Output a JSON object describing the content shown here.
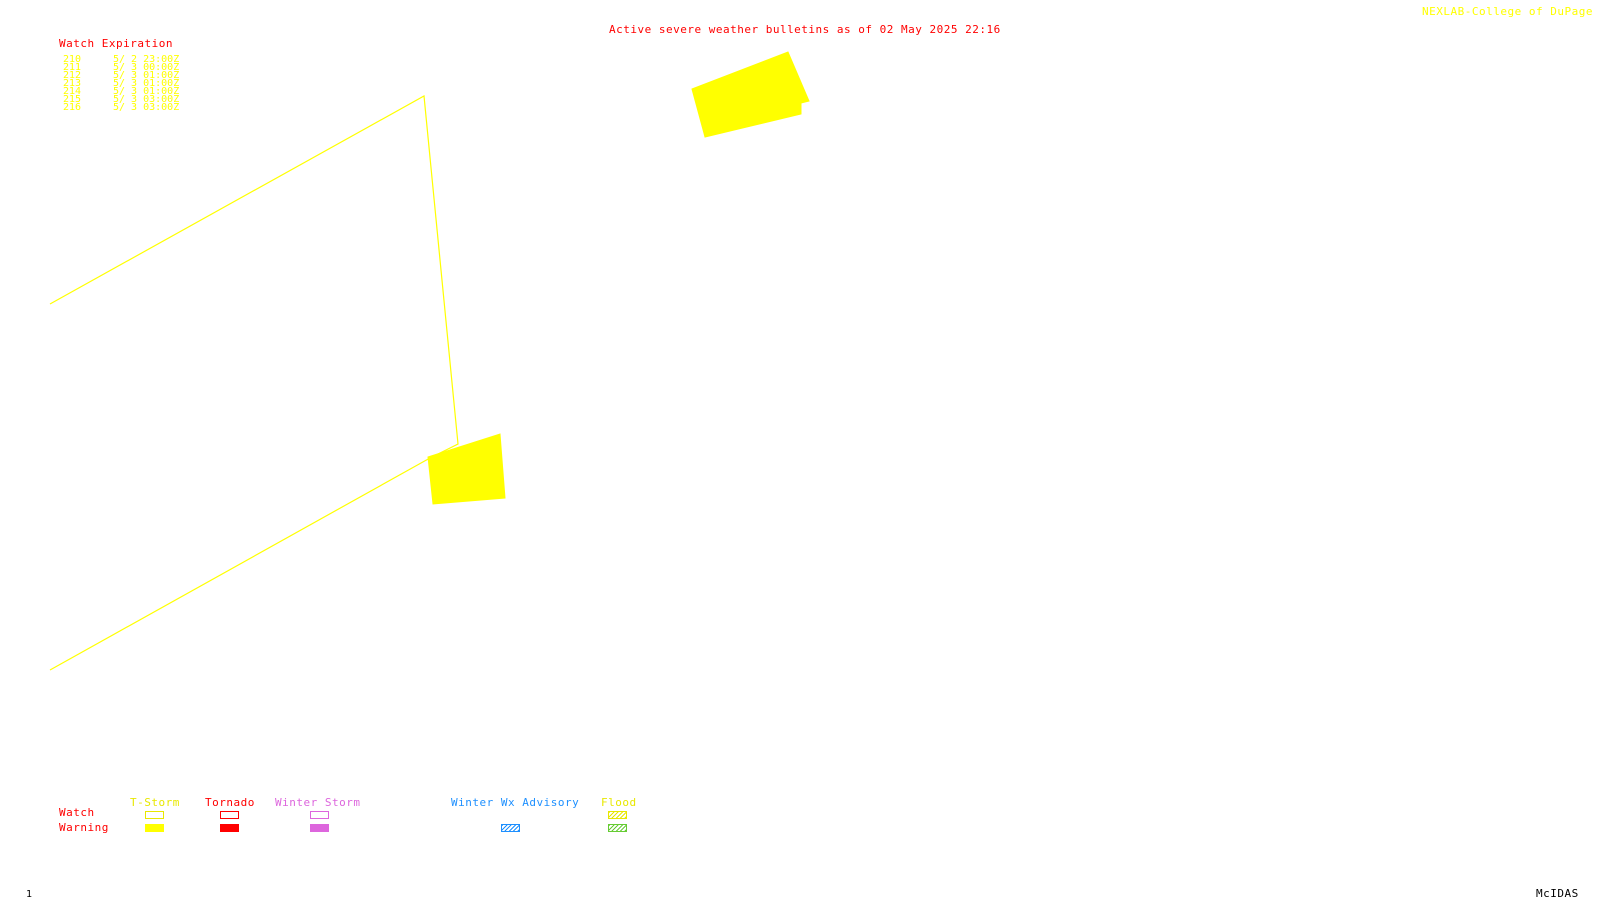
{
  "header": {
    "title": "Active severe weather bulletins as of 02 May 2025 22:16",
    "credit": "NEXLAB-College of DuPage M"
  },
  "watch_expiration": {
    "heading": "Watch Expiration",
    "rows": [
      {
        "id": "210",
        "expires": "5/ 2 23:00Z"
      },
      {
        "id": "211",
        "expires": "5/ 3 00:00Z"
      },
      {
        "id": "212",
        "expires": "5/ 3 01:00Z"
      },
      {
        "id": "213",
        "expires": "5/ 3 01:00Z"
      },
      {
        "id": "214",
        "expires": "5/ 3 01:00Z"
      },
      {
        "id": "215",
        "expires": "5/ 3 03:00Z"
      },
      {
        "id": "216",
        "expires": "5/ 3 03:00Z"
      }
    ]
  },
  "legend": {
    "row_watch": "Watch",
    "row_warning": "Warning",
    "columns": [
      {
        "label": "T-Storm",
        "color": "#e8e800"
      },
      {
        "label": "Tornado",
        "color": "#ff0000"
      },
      {
        "label": "Winter Storm",
        "color": "#dd66dd"
      },
      {
        "label": "Winter Wx Advisory",
        "color": "#1e90ff"
      },
      {
        "label": "Flood",
        "color": "#e8e800"
      }
    ]
  },
  "footer": {
    "frame": "1",
    "software": "McIDAS"
  },
  "colors": {
    "watch_outline": "#ffff00",
    "warning_fill": "#ffff00",
    "title_red": "#ff0000",
    "credit_yellow": "#ffff00"
  }
}
